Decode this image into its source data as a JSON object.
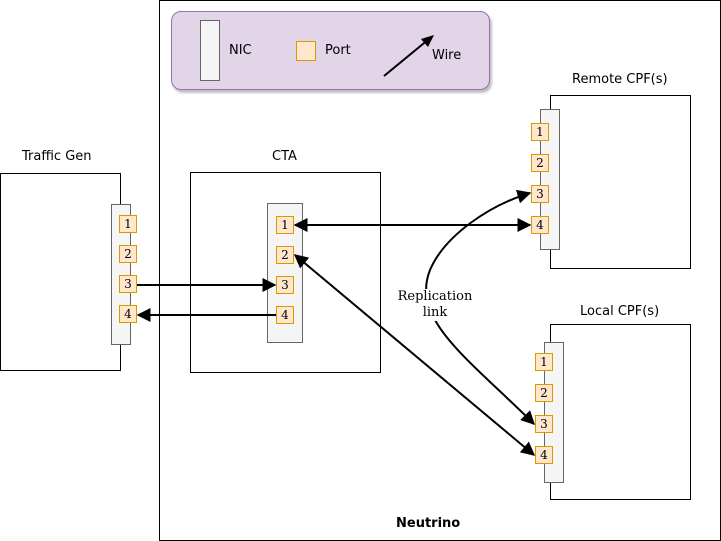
{
  "legend": {
    "nic_label": "NIC",
    "port_label": "Port",
    "wire_label": "Wire"
  },
  "neutrino": {
    "title": "Neutrino"
  },
  "traffic_gen": {
    "title": "Traffic Gen",
    "ports": [
      "1",
      "2",
      "3",
      "4"
    ]
  },
  "cta": {
    "title": "CTA",
    "ports": [
      "1",
      "2",
      "3",
      "4"
    ]
  },
  "remote_cpf": {
    "title": "Remote CPF(s)",
    "ports": [
      "1",
      "2",
      "3",
      "4"
    ]
  },
  "local_cpf": {
    "title": "Local CPF(s)",
    "ports": [
      "1",
      "2",
      "3",
      "4"
    ]
  },
  "replication_link": {
    "line1": "Replication",
    "line2": "link"
  }
}
